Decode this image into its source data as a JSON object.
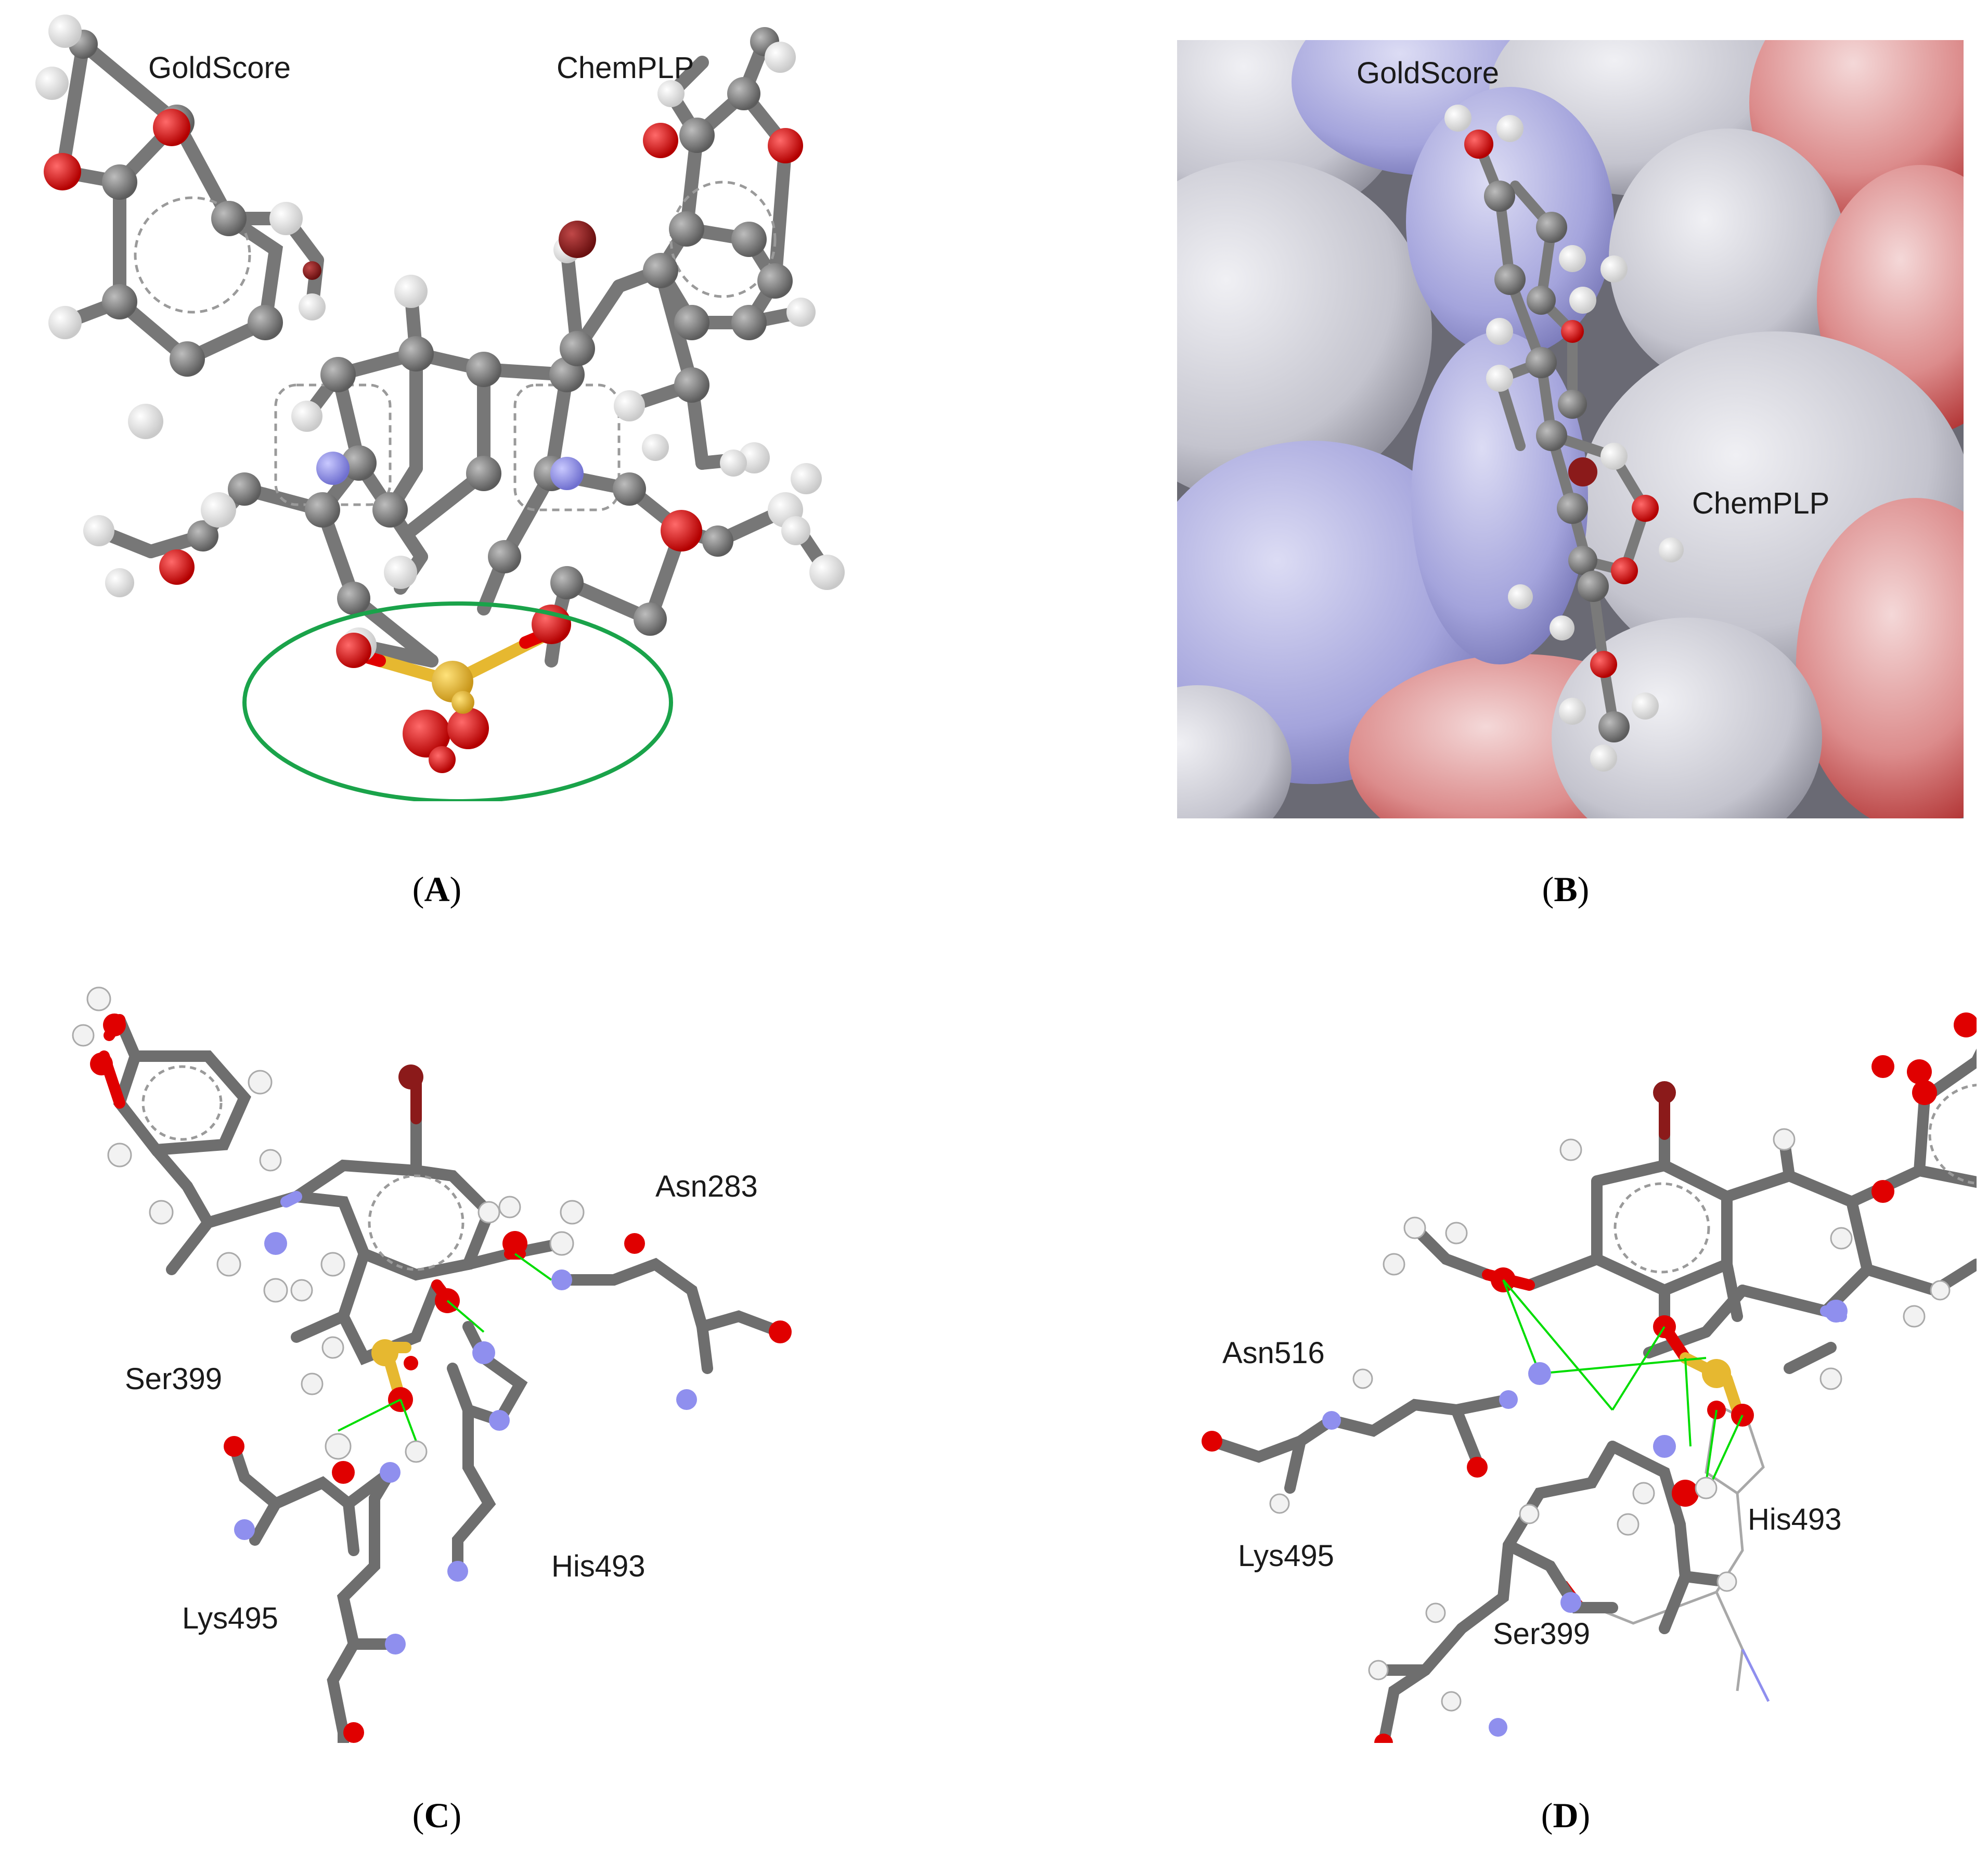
{
  "panels": {
    "A": {
      "caption_letter": "A",
      "label_goldscore": "GoldScore",
      "label_chemplp": "ChemPLP"
    },
    "B": {
      "caption_letter": "B",
      "label_goldscore": "GoldScore",
      "label_chemplp": "ChemPLP"
    },
    "C": {
      "caption_letter": "C",
      "residues": [
        "Asn283",
        "Ser399",
        "His493",
        "Lys495"
      ]
    },
    "D": {
      "caption_letter": "D",
      "residues": [
        "Asn516",
        "Lys495",
        "His493",
        "Ser399"
      ]
    }
  },
  "colors": {
    "carbon": "#7a7a7a",
    "hydrogen": "#f2f2f2",
    "oxygen": "#e00000",
    "nitrogen": "#8f8fee",
    "sulfur": "#e6b830",
    "bromine": "#8b1a1a",
    "hbond": "#00dd00",
    "highlight_ellipse": "#1aa34a",
    "surface_neutral": "#d8d8dc",
    "surface_positive": "#9a9ad8",
    "surface_negative": "#d23a3a"
  }
}
